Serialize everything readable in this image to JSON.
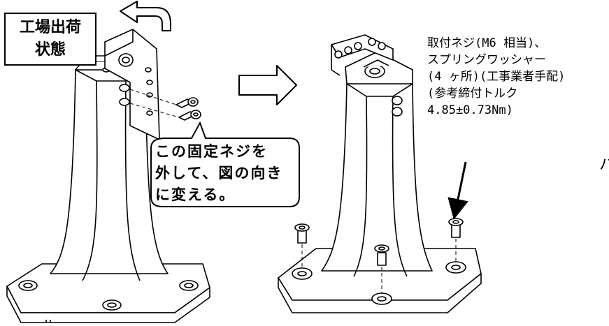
{
  "state_label": [
    "工場出荷",
    "状態"
  ],
  "callout": [
    "この固定ネジを",
    "外して、図の向き",
    "に変える。"
  ],
  "spec": [
    "取付ネジ(M6 相当)、",
    "スプリングワッシャー",
    "(4 ヶ所)(工事業者手配)",
    "(参考締付トルク",
    "4.85±0.73Nm)"
  ],
  "edge_char": "ハ",
  "icons": {
    "rotate_arrow": "curved-arrow-icon",
    "transition_arrow": "right-arrow-icon",
    "pointer_arrow": "down-arrow-icon"
  }
}
